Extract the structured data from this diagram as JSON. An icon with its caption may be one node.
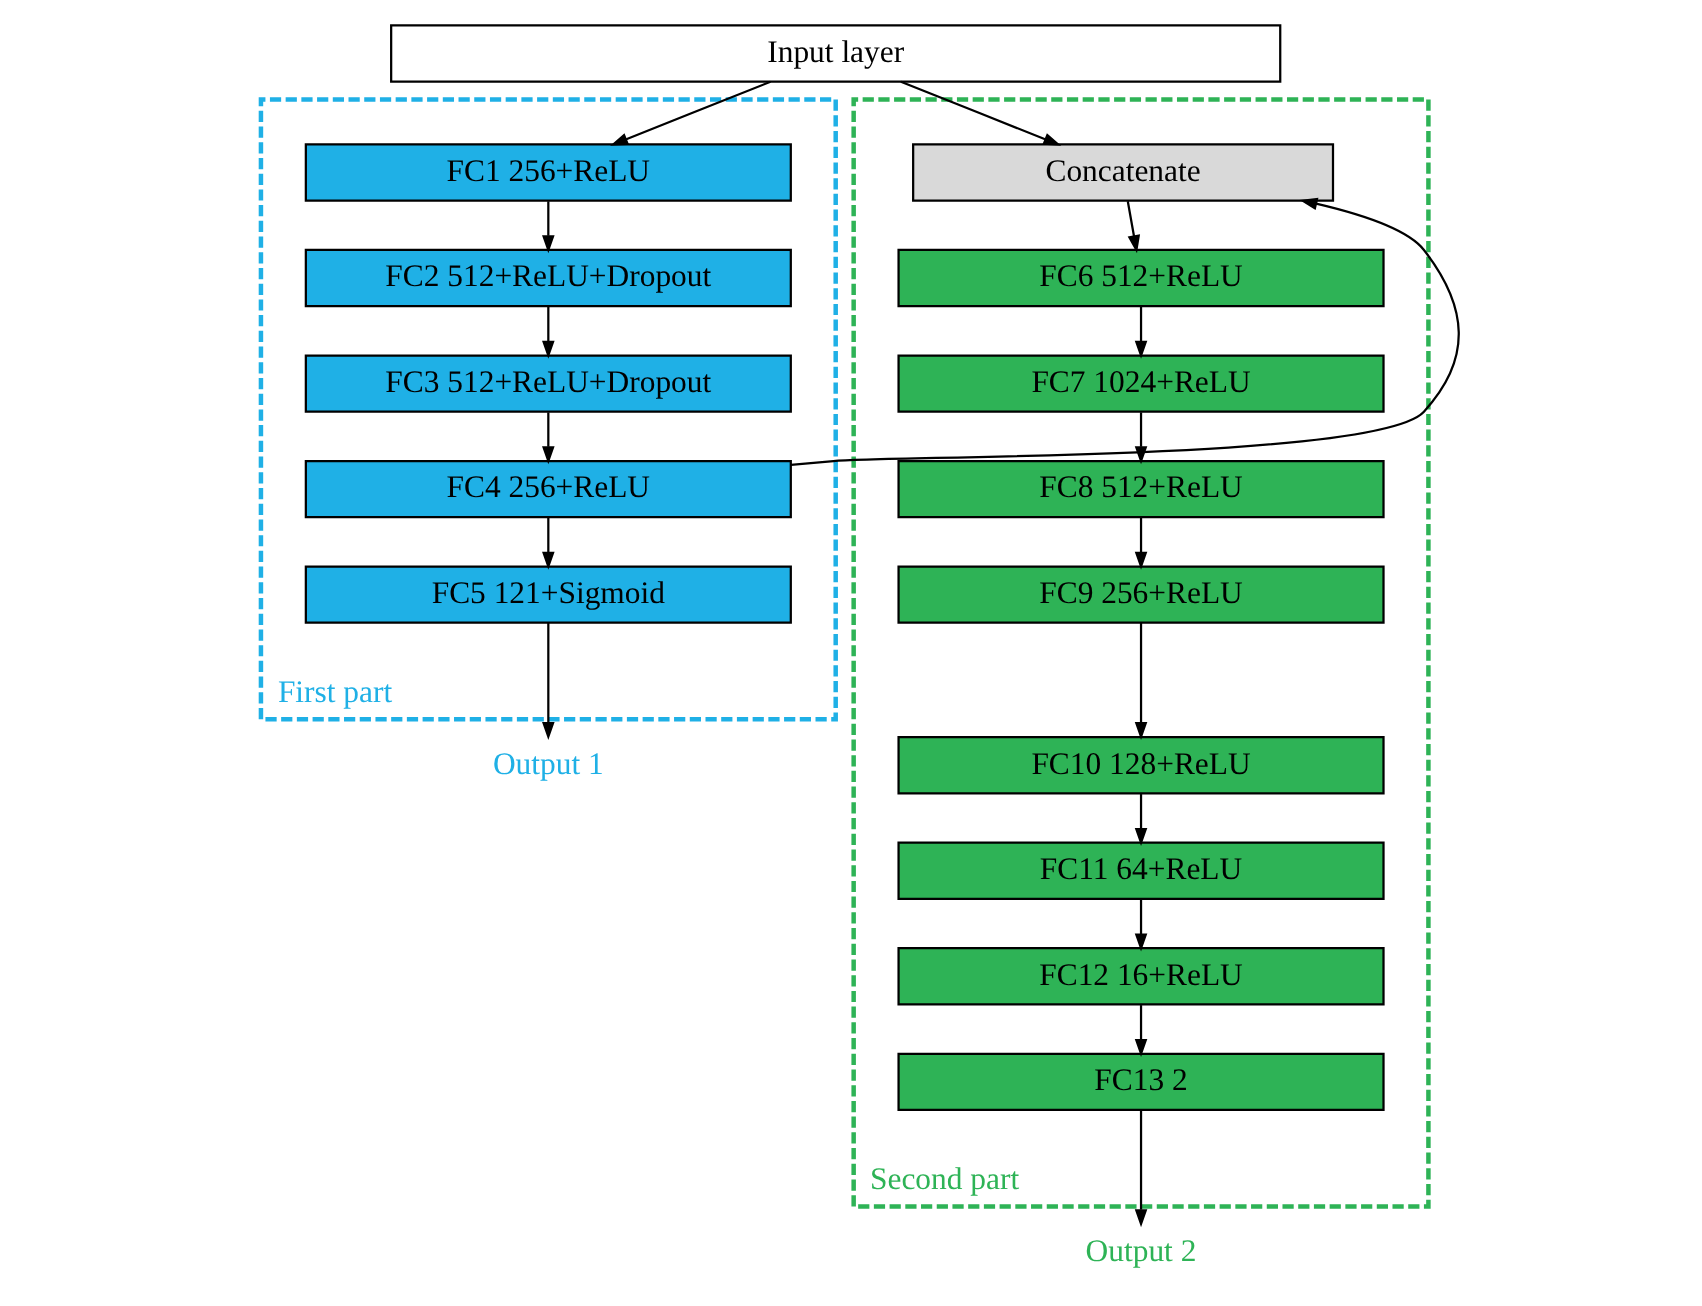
{
  "diagram": {
    "nodes": [
      {
        "text": [
          "Input layer"
        ]
      },
      {
        "text": [
          "First part"
        ]
      },
      {
        "text": [
          "FC1 256+ReLU"
        ],
        "in": 1
      },
      {
        "text": [
          "FC2 512+ReLU+Dropout"
        ],
        "in": 1
      },
      {
        "text": [
          "FC3 512+ReLU+Dropout"
        ],
        "in": 1
      },
      {
        "text": [
          "FC4 256+ReLU"
        ],
        "in": 1
      },
      {
        "text": [
          "FC5 121+Sigmoid"
        ],
        "in": 1
      },
      {
        "text": [
          "Output 1"
        ]
      },
      {
        "text": [
          "Second part"
        ]
      },
      {
        "text": [
          "Concatenate"
        ],
        "in": 8
      },
      {
        "text": [
          "FC6 512+ReLU"
        ],
        "in": 8
      },
      {
        "text": [
          "FC7 1024+ReLU"
        ],
        "in": 8
      },
      {
        "text": [
          "FC8 512+ReLU"
        ],
        "in": 8
      },
      {
        "text": [
          "FC9 256+ReLU"
        ],
        "in": 8
      },
      {
        "text": [
          "FC10 128+ReLU"
        ],
        "in": 8
      },
      {
        "text": [
          "FC11 64+ReLU"
        ],
        "in": 8
      },
      {
        "text": [
          "FC12 16+ReLU"
        ],
        "in": 8
      },
      {
        "text": [
          "FC13 2"
        ],
        "in": 8
      },
      {
        "text": [
          "Output 2"
        ]
      }
    ],
    "edges": [
      {
        "from": 0,
        "to": 2,
        "arrow": "to"
      },
      {
        "from": 0,
        "to": 9,
        "arrow": "to"
      },
      {
        "from": 2,
        "to": 3,
        "arrow": "to"
      },
      {
        "from": 3,
        "to": 4,
        "arrow": "to"
      },
      {
        "from": 4,
        "to": 5,
        "arrow": "to"
      },
      {
        "from": 5,
        "to": 6,
        "arrow": "to"
      },
      {
        "from": 6,
        "to": 7,
        "arrow": "to"
      },
      {
        "from": 5,
        "to": 9,
        "arrow": "to"
      },
      {
        "from": 9,
        "to": 10,
        "arrow": "to"
      },
      {
        "from": 10,
        "to": 11,
        "arrow": "to"
      },
      {
        "from": 11,
        "to": 12,
        "arrow": "to"
      },
      {
        "from": 12,
        "to": 13,
        "arrow": "to"
      },
      {
        "from": 13,
        "to": 14,
        "arrow": "to"
      },
      {
        "from": 14,
        "to": 15,
        "arrow": "to"
      },
      {
        "from": 15,
        "to": 16,
        "arrow": "to"
      },
      {
        "from": 16,
        "to": 17,
        "arrow": "to"
      },
      {
        "from": 17,
        "to": 18,
        "arrow": "to"
      }
    ]
  }
}
